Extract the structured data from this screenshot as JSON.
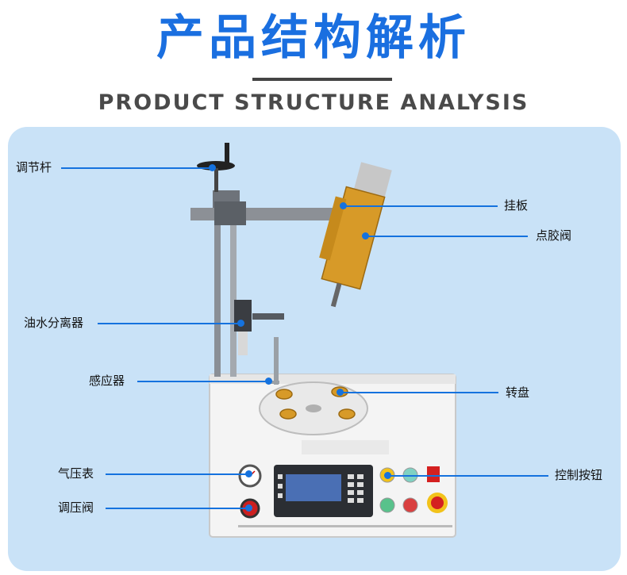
{
  "header": {
    "title": "产品结构解析",
    "subtitle": "PRODUCT STRUCTURE ANALYSIS"
  },
  "colors": {
    "accent": "#1a6fe0",
    "line": "#1572de",
    "panel": "#c9e2f7"
  },
  "callouts": {
    "adjust_lever": "调节杆",
    "hanging_plate": "挂板",
    "dispensing_valve": "点胶阀",
    "oil_water_separator": "油水分离器",
    "sensor": "感应器",
    "turntable": "转盘",
    "pressure_gauge": "气压表",
    "control_buttons": "控制按钮",
    "pressure_valve": "调压阀"
  }
}
